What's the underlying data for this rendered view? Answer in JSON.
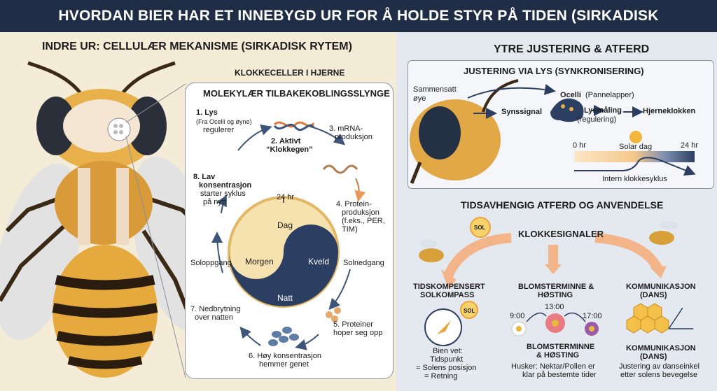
{
  "header": {
    "title": "HVORDAN BIER HAR ET INNEBYGD UR FOR Å HOLDE STYR PÅ TIDEN (SIRKADISK RYTEMEKANISME)"
  },
  "left": {
    "title": "INDRE UR: CELLULÆR MEKANISME (SIRKADISK RYTEM)",
    "subtitle": "KLOKKECELLER I HJERNE",
    "loop_title": "MOLEKYLÆR TILBAKEKOBLINGSSLYNGE",
    "steps": {
      "s1_title": "1. Lys",
      "s1_sub": "(Fra Ocelli og øyne)",
      "s1_tail": "regulerer",
      "s2a": "2. Aktivt",
      "s2b": "“Klokkegen”",
      "s3a": "3. mRNA-",
      "s3b": "produksjon",
      "s4a": "4. Protein-",
      "s4b": "produksjon",
      "s4c": "(f.eks., PER,",
      "s4d": "TIM)",
      "s5a": "5. Proteiner",
      "s5b": "hoper seg opp",
      "s6a": "6. Høy konsentrasjon",
      "s6b": "hemmer genet",
      "s7a": "7. Nedbrytning",
      "s7b": "over natten",
      "s8a": "8. Lav",
      "s8b": "konsentrasjon",
      "s8c": "starter syklus",
      "s8d": "på nytt"
    },
    "clock": {
      "top": "24 hr",
      "dag": "Dag",
      "morgen": "Morgen",
      "kveld": "Kveld",
      "natt": "Natt",
      "soloppgang": "Soloppgang",
      "solnedgang": "Solnedgang"
    }
  },
  "right": {
    "title": "YTRE JUSTERING & ATFERD",
    "sync_title": "JUSTERING VIA LYS (SYNKRONISERING)",
    "sammensatt": "Sammensatt",
    "oye": "øye",
    "ocelli": "Ocelli",
    "ocelli_sub": "(Pannelapper)",
    "synssignal": "Synssignal",
    "lysmaling": "Lysmåling",
    "regulering": "(regulering)",
    "hjerneklokken": "Hjerneklokken",
    "t0": "0 hr",
    "solar": "Solar dag",
    "t24": "24 hr",
    "intern": "Intern klokkesyklus",
    "behav_title": "TIDSAVHENGIG ATFERD OG ANVENDELSE",
    "sol": "SOL",
    "klokkesignaler": "KLOKKESIGNALER",
    "col1_title_a": "TIDSKOMPENSERT",
    "col1_title_b": "SOLKOMPASS",
    "col1_a": "Bien vet:",
    "col1_b": "Tidspunkt",
    "col1_c": "= Solens posisjon",
    "col1_d": "= Retning",
    "col2_title_a": "BLOMSTERMINNE &",
    "col2_title_b": "HØSTING",
    "time_9": "9:00",
    "time_13": "13:00",
    "time_17": "17:00",
    "col2_sub_a": "BLOMSTERMINNE",
    "col2_sub_b": "& HØSTING",
    "col2_a": "Husker: Nektar/Pollen er",
    "col2_b": "klar på bestemte tider",
    "col3_title_a": "KOMMUNIKASJON",
    "col3_title_b": "(DANS)",
    "col3_sub_a": "KOMMUNIKASJON",
    "col3_sub_b": "(DANS)",
    "col3_a": "Justering av danseinkel",
    "col3_b": "etter solens bevegelse"
  },
  "colors": {
    "header": "#1f2d46",
    "night": "#2c3f63",
    "day": "#f6e2ae",
    "arrow": "#e89a5c",
    "loop_arrow": "#3d5578"
  }
}
